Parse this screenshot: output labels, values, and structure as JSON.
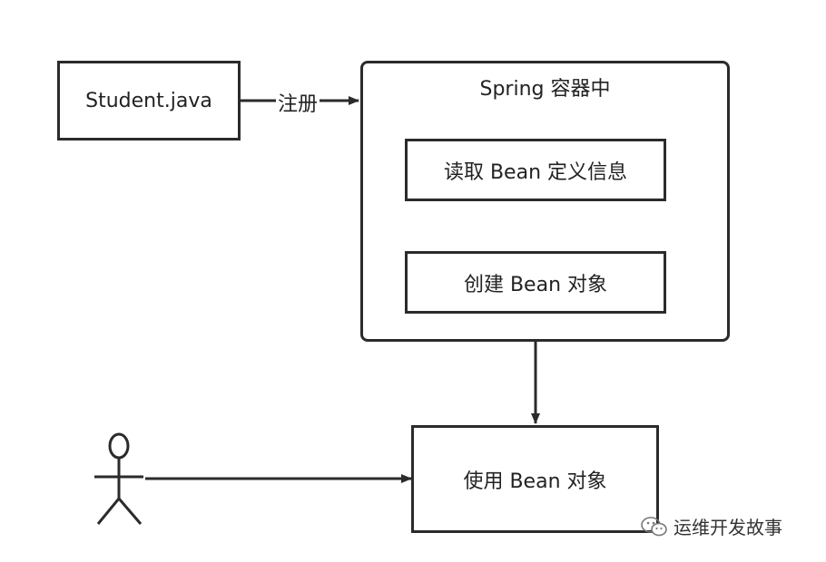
{
  "nodes": {
    "student": "Student.java",
    "container_title": "Spring 容器中",
    "read_def": "读取 Bean 定义信息",
    "create_obj": "创建 Bean 对象",
    "use_obj": "使用 Bean 对象"
  },
  "edges": {
    "register": "注册"
  },
  "watermark": {
    "text": "运维开发故事",
    "icon": "wechat-icon"
  },
  "colors": {
    "stroke": "#2b2b2b",
    "background": "#ffffff"
  }
}
